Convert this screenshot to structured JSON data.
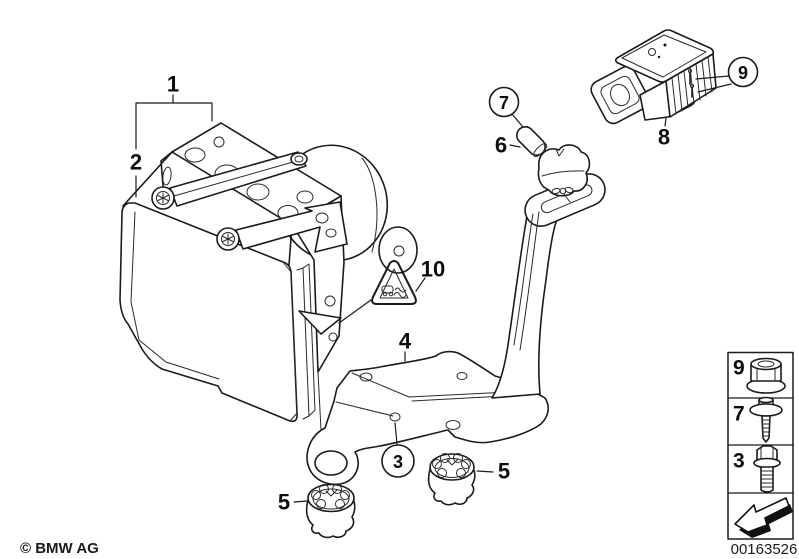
{
  "diagram": {
    "type": "parts-exploded-drawing",
    "subject": "ABS/DSC hydro unit with control module, mounting bracket and rotation-rate sensor"
  },
  "callouts": {
    "p1": "1",
    "p2": "2",
    "p3": "3",
    "p4": "4",
    "p5_left": "5",
    "p5_right": "5",
    "p6": "6",
    "p7": "7",
    "p8": "8",
    "p9": "9",
    "p10": "10"
  },
  "legend": {
    "rows": [
      {
        "label": "9",
        "icon": "flange-nut-icon"
      },
      {
        "label": "7",
        "icon": "washer-screw-icon"
      },
      {
        "label": "3",
        "icon": "hex-bolt-icon"
      },
      {
        "label": "",
        "icon": "direction-arrow-icon"
      }
    ]
  },
  "footer": {
    "copyright": "© BMW AG",
    "image_number": "00163526"
  },
  "colors": {
    "line": "#1b1b1b",
    "background": "#ffffff",
    "arrow_fill": "#111111"
  }
}
